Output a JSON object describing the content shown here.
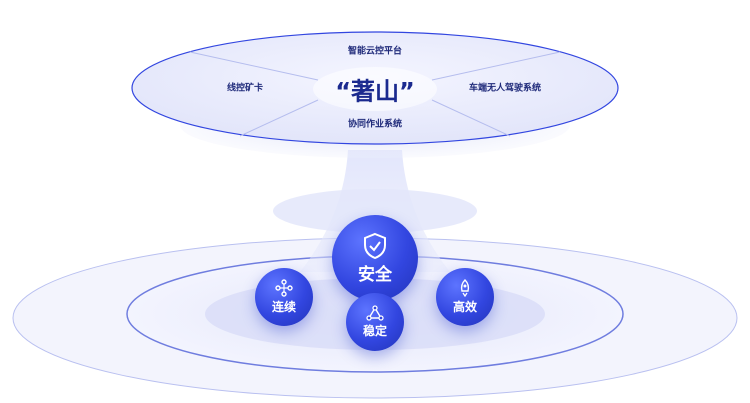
{
  "top_disk": {
    "title": "“著山”",
    "labels": {
      "top": "智能云控平台",
      "left": "线控矿卡",
      "right": "车端无人驾驶系统",
      "bottom": "协同作业系统"
    }
  },
  "nodes": {
    "main": {
      "label": "安全",
      "icon": "shield-check-icon"
    },
    "left": {
      "label": "连续",
      "icon": "network-icon"
    },
    "right": {
      "label": "高效",
      "icon": "rocket-icon"
    },
    "bottom": {
      "label": "稳定",
      "icon": "triangle-nodes-icon"
    }
  },
  "colors": {
    "accent": "#3246e0",
    "text": "#1f2a7a",
    "disk_fill": "#e9ebfb",
    "disk_stroke": "#8e98e6"
  }
}
